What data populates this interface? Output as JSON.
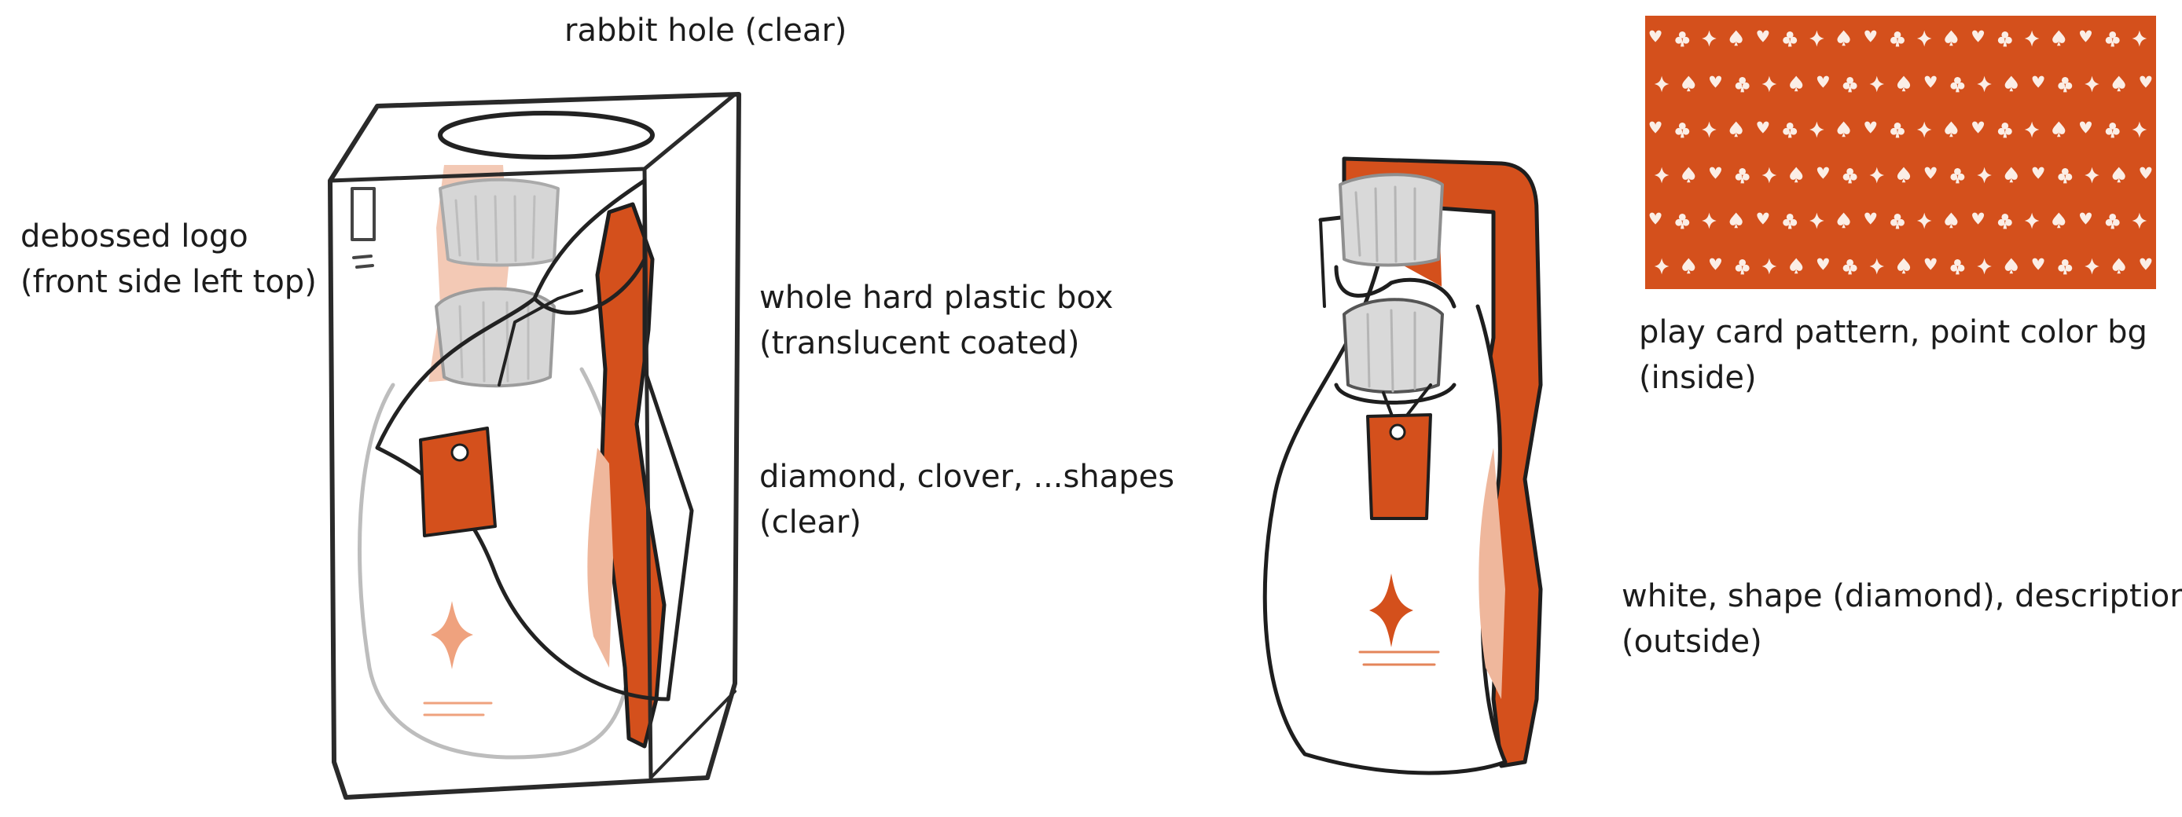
{
  "colors": {
    "accent": "#D4501C",
    "accent_light": "#EFB79C",
    "line": "#1e1e1e",
    "gray": "#c9c9c9"
  },
  "labels": {
    "rabbit_hole": [
      "rabbit hole (clear)"
    ],
    "debossed_logo": [
      "debossed logo",
      "(front side left top)"
    ],
    "plastic_box": [
      "whole hard plastic box",
      "(translucent coated)"
    ],
    "shapes": [
      "diamond, clover, ...shapes",
      "(clear)"
    ],
    "pattern": [
      "play card pattern, point color bg",
      "(inside)"
    ],
    "outside": [
      "white, shape (diamond), description",
      "(outside)"
    ]
  },
  "pattern": {
    "symbols": [
      "heart",
      "clover",
      "diamond",
      "spade"
    ]
  }
}
